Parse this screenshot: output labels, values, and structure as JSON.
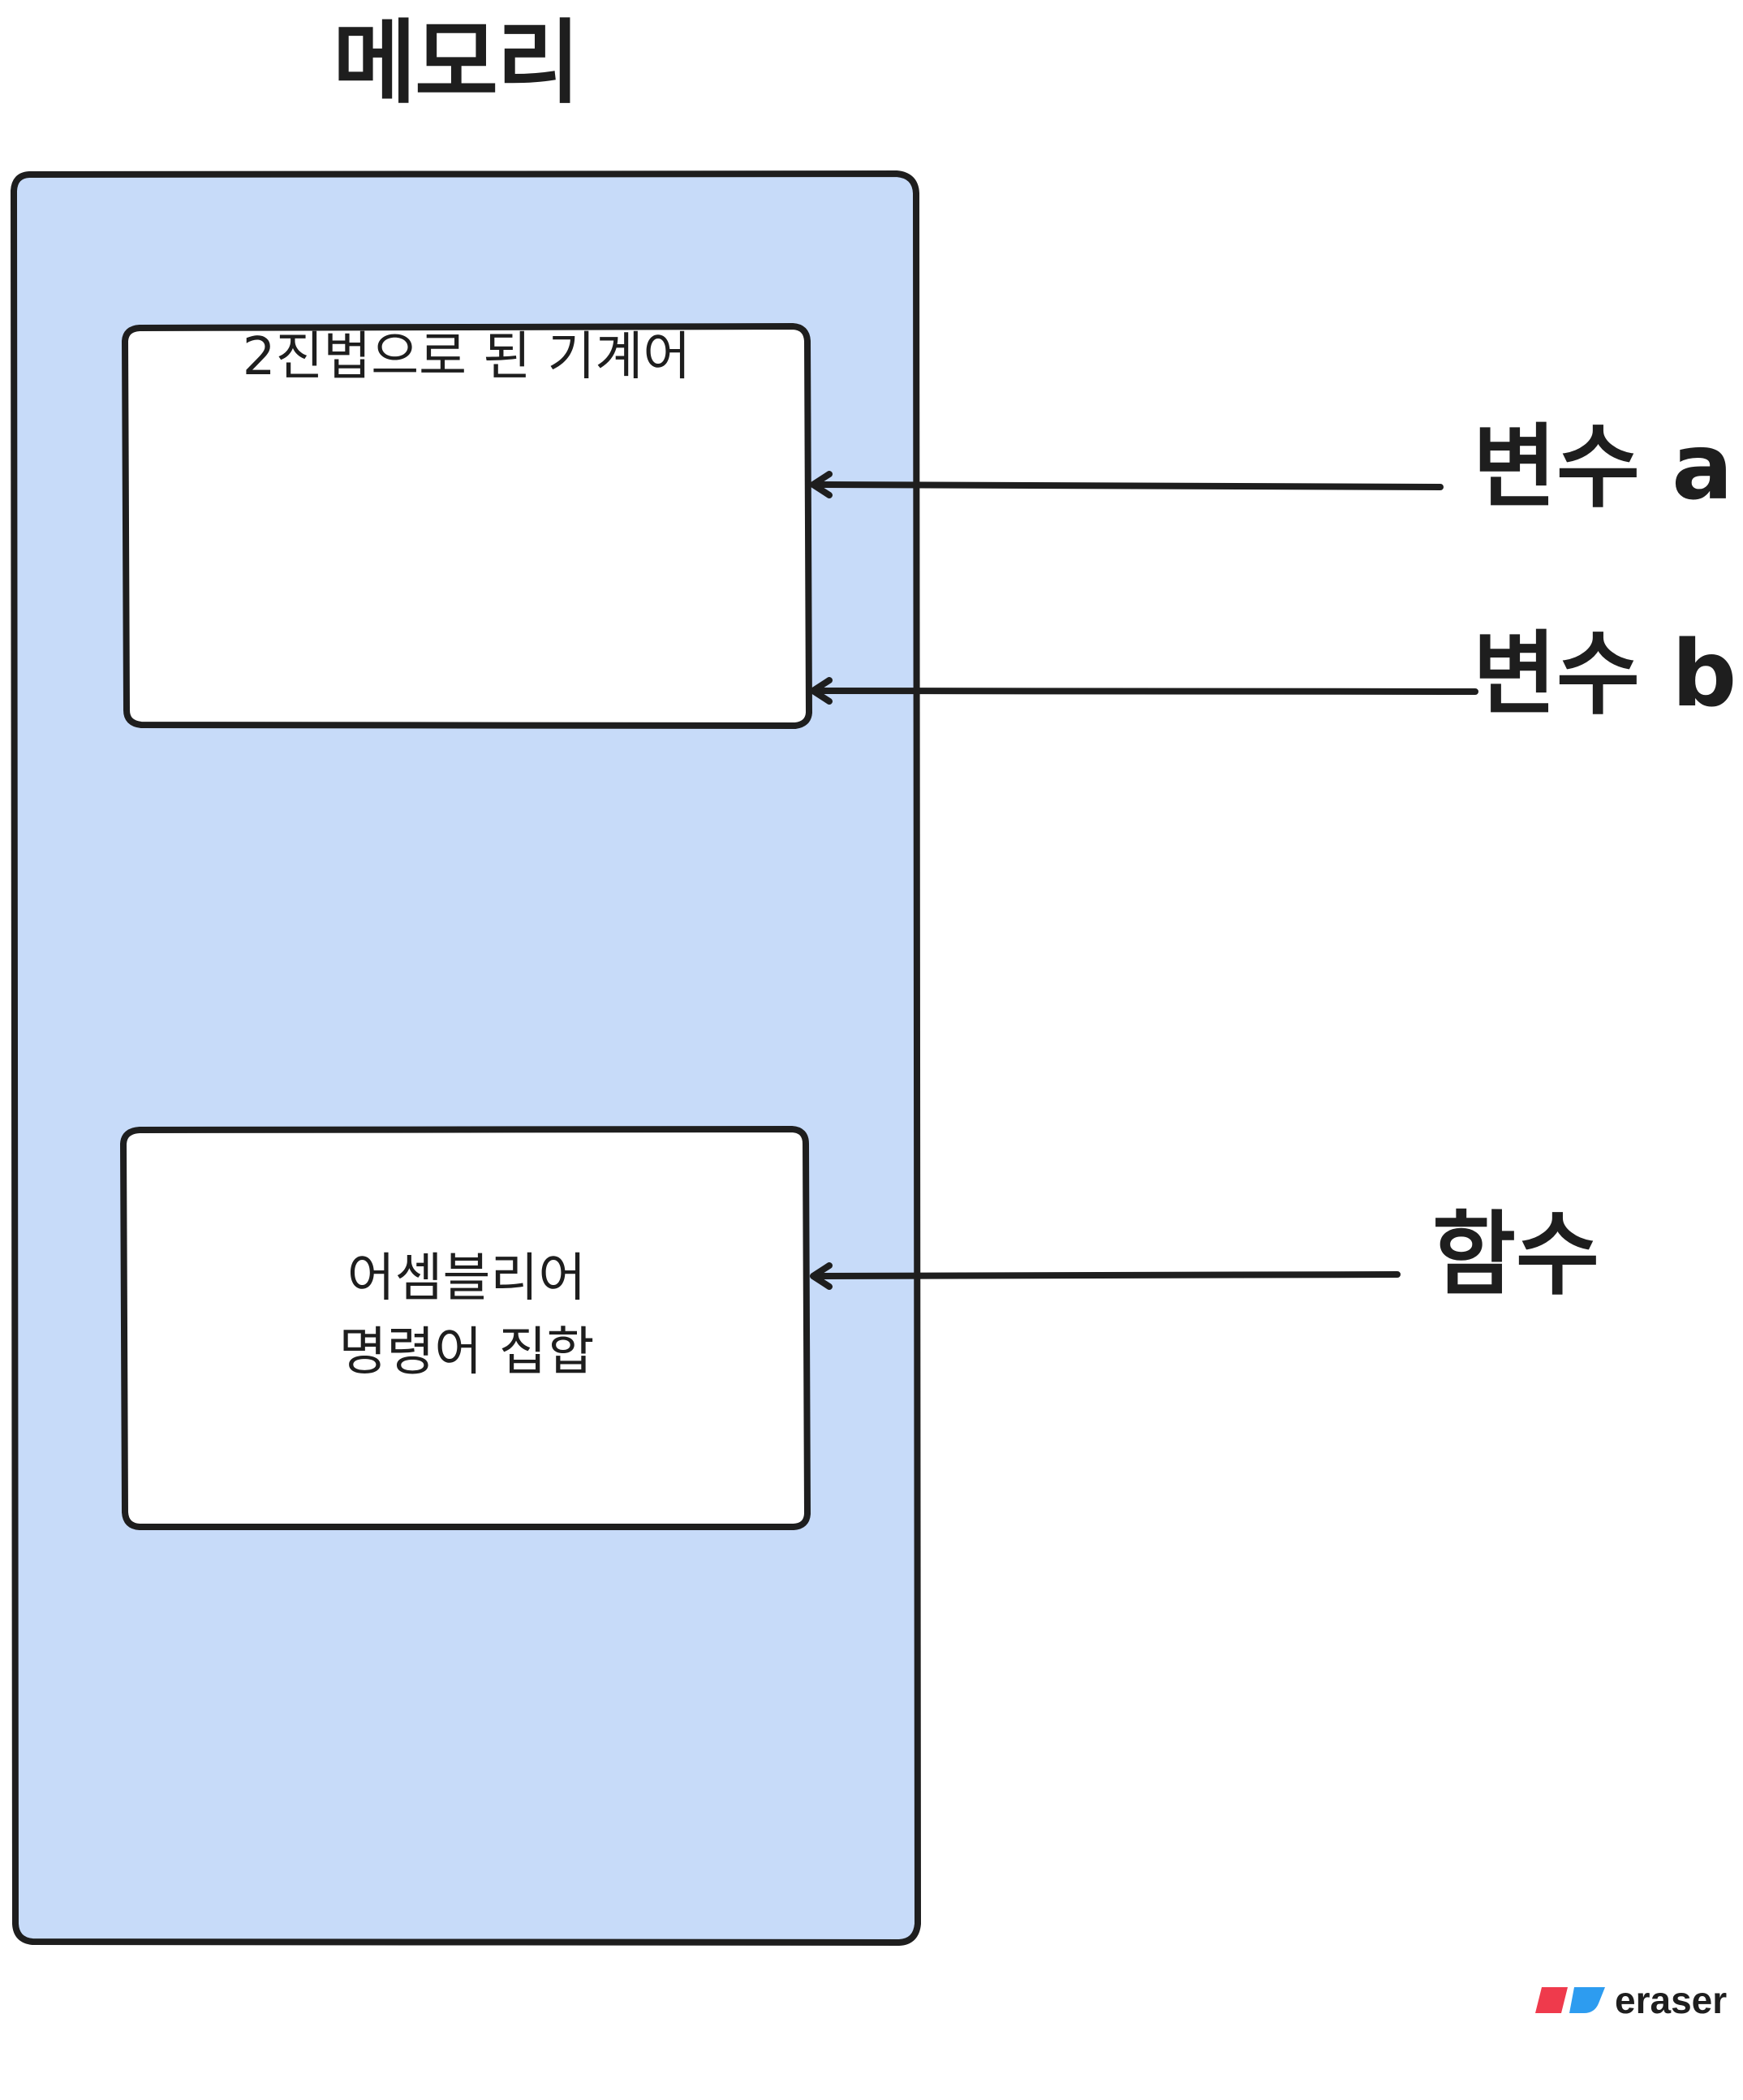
{
  "diagram": {
    "title": "메모리",
    "memory_block": {
      "fill": "#c7dbf9",
      "stroke": "#1e1e1e"
    },
    "boxes": [
      {
        "id": "machine-code",
        "text": "2진법으로 된 기계어",
        "fill": "#ffffff"
      },
      {
        "id": "assembly",
        "text": "어셈블리어\n명령어 집합",
        "fill": "#ffffff"
      }
    ],
    "labels": {
      "var_a": "변수 a",
      "var_b": "변수 b",
      "function": "함수"
    },
    "edges": [
      {
        "from": "변수 a",
        "to": "2진법으로 된 기계어"
      },
      {
        "from": "변수 b",
        "to": "2진법으로 된 기계어"
      },
      {
        "from": "함수",
        "to": "어셈블리어 명령어 집합"
      }
    ]
  },
  "watermark": {
    "text": "eraser",
    "colors": [
      "#ef3a4c",
      "#2d9cf0"
    ]
  }
}
